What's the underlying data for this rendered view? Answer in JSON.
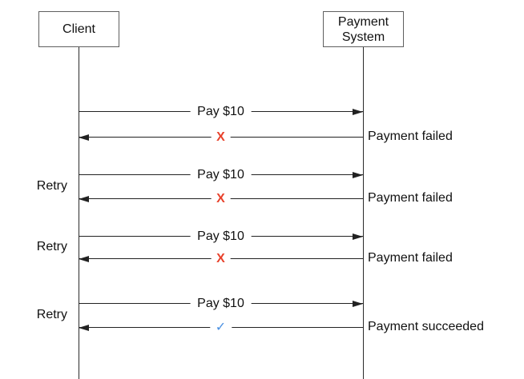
{
  "colors": {
    "fail": "#e8432d",
    "success": "#4a90e2"
  },
  "actors": [
    {
      "label": "Client"
    },
    {
      "label": "Payment\nSystem"
    }
  ],
  "rounds": [
    {
      "request_label": "Pay $10",
      "result_icon": "X",
      "result_status": "failed",
      "result_label": "Payment failed",
      "retry_label": ""
    },
    {
      "request_label": "Pay $10",
      "result_icon": "X",
      "result_status": "failed",
      "result_label": "Payment failed",
      "retry_label": "Retry"
    },
    {
      "request_label": "Pay $10",
      "result_icon": "X",
      "result_status": "failed",
      "result_label": "Payment failed",
      "retry_label": "Retry"
    },
    {
      "request_label": "Pay $10",
      "result_icon": "✓",
      "result_status": "succeeded",
      "result_label": "Payment succeeded",
      "retry_label": "Retry"
    }
  ]
}
